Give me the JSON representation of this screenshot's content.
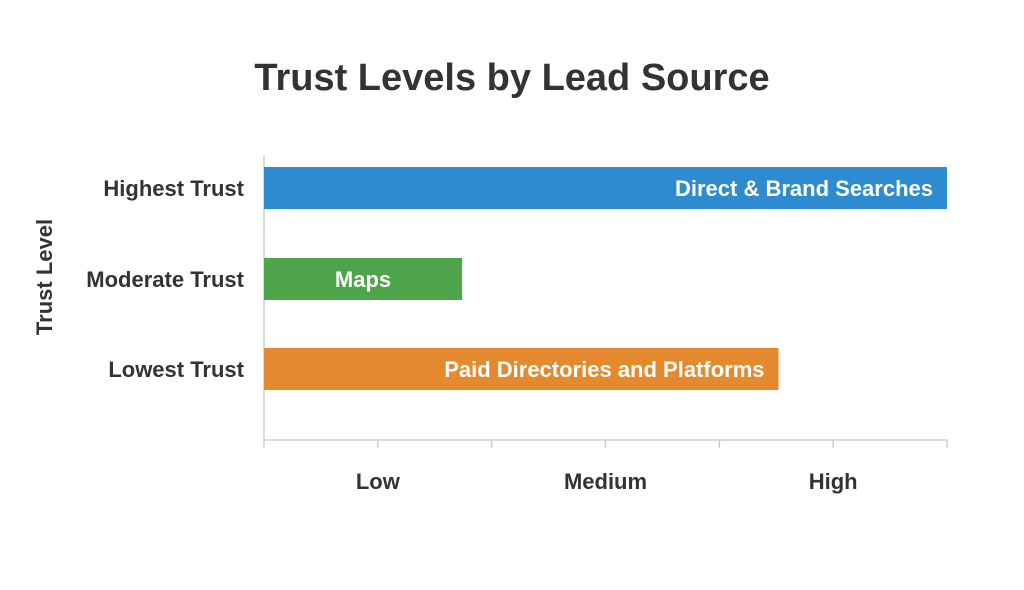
{
  "chart_data": {
    "type": "bar",
    "orientation": "horizontal",
    "title": "Trust Levels by Lead Source",
    "xlabel": "",
    "ylabel": "Trust Level",
    "categories": [
      "Highest Trust",
      "Moderate Trust",
      "Lowest Trust"
    ],
    "values": [
      3.0,
      0.87,
      2.26
    ],
    "bar_labels": [
      "Direct & Brand Searches",
      "Maps",
      "Paid Directories and Platforms"
    ],
    "colors": [
      "#2e8bcf",
      "#4ea54a",
      "#e4892e"
    ],
    "xlim": [
      0,
      3
    ],
    "xticks": [
      {
        "value": 0.5,
        "label": "Low"
      },
      {
        "value": 1.5,
        "label": "Medium"
      },
      {
        "value": 2.5,
        "label": "High"
      }
    ],
    "grid": false,
    "legend": "none"
  }
}
